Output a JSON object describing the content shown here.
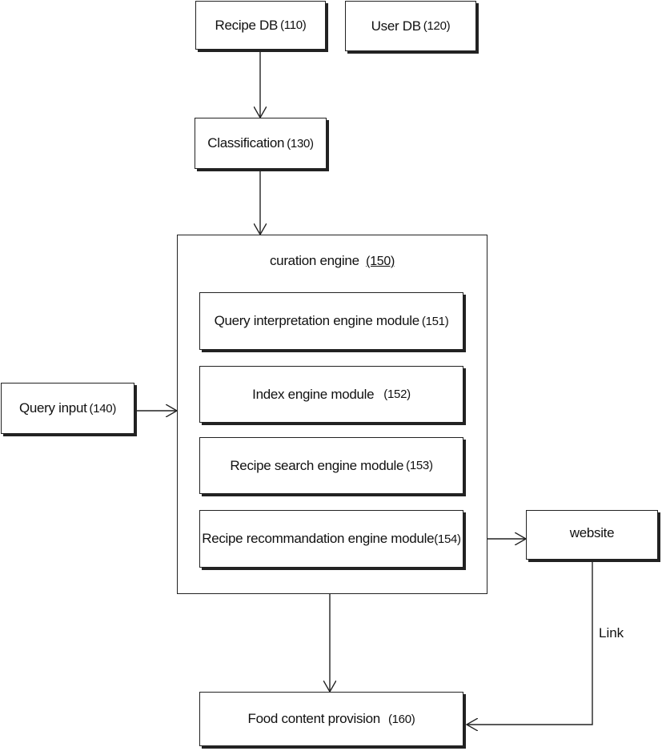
{
  "nodes": {
    "recipe_db": {
      "label": "Recipe DB",
      "num": "(110)"
    },
    "user_db": {
      "label": "User DB",
      "num": "(120)"
    },
    "classification": {
      "label": "Classification",
      "num": "(130)"
    },
    "query_input": {
      "label": "Query input",
      "num": "(140)"
    },
    "curation_engine": {
      "label": "curation engine",
      "num": "(150)"
    },
    "module_151": {
      "label": "Query interpretation engine module",
      "num": "(151)"
    },
    "module_152": {
      "label": "Index engine module",
      "num": "(152)"
    },
    "module_153": {
      "label": "Recipe search engine module",
      "num": "(153)"
    },
    "module_154": {
      "label": "Recipe recommandation engine module",
      "num": "(154)"
    },
    "website": {
      "label": "website"
    },
    "food_content": {
      "label": "Food content provision",
      "num": "(160)"
    }
  },
  "edges": {
    "link_label": "Link"
  }
}
